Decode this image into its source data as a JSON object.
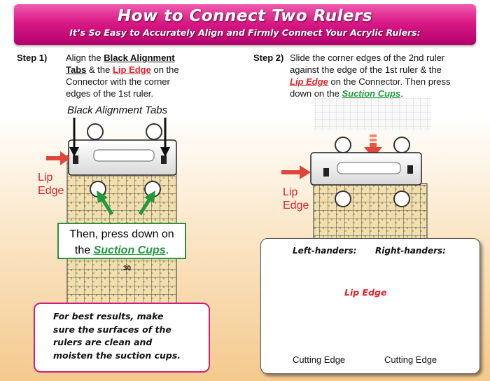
{
  "banner": {
    "title": "How to Connect Two Rulers",
    "subtitle": "It’s So Easy to Accurately Align and Firmly Connect Your Acrylic Rulers:"
  },
  "step1": {
    "label": "Step 1)",
    "line1_a": "Align the ",
    "line1_b": "Black Alignment",
    "line2_a": "Tabs",
    "line2_b": " & the ",
    "line2_c": "Lip Edge",
    "line2_d": " on the",
    "line3": "Connector with the corner",
    "line4": "edges of the 1st ruler."
  },
  "step2": {
    "label": "Step 2)",
    "line1": "Slide the corner edges of the 2nd ruler",
    "line2": "against the edge of the 1st ruler & the",
    "line3_a": "Lip Edge",
    "line3_b": " on the Connector. Then press",
    "line4_a": "down on the ",
    "line4_b": "Suction Cups",
    "line4_c": "."
  },
  "diagram1": {
    "black_tabs_label": "Black Alignment Tabs",
    "lip_line1": "Lip",
    "lip_line2": "Edge",
    "ruler_number": "30"
  },
  "diagram2": {
    "lip_line1": "Lip",
    "lip_line2": "Edge"
  },
  "callout": {
    "line1": "Then, press down on",
    "line2_a": "the ",
    "line2_b": "Suction Cups",
    "line2_c": "."
  },
  "tip": {
    "line1": "For best results, make",
    "line2": "sure the surfaces of the",
    "line3": "rulers are clean and",
    "line4": "moisten the suction cups."
  },
  "panel": {
    "left_heading": "Left-handers:",
    "right_heading": "Right-handers:",
    "lip_edge": "Lip Edge",
    "cutting_edge_left": "Cutting Edge",
    "cutting_edge_right": "Cutting Edge"
  },
  "colors": {
    "banner": "#d91a86",
    "red": "#d8232a",
    "green": "#1f9a3c",
    "ruler": "#f2dfae"
  }
}
